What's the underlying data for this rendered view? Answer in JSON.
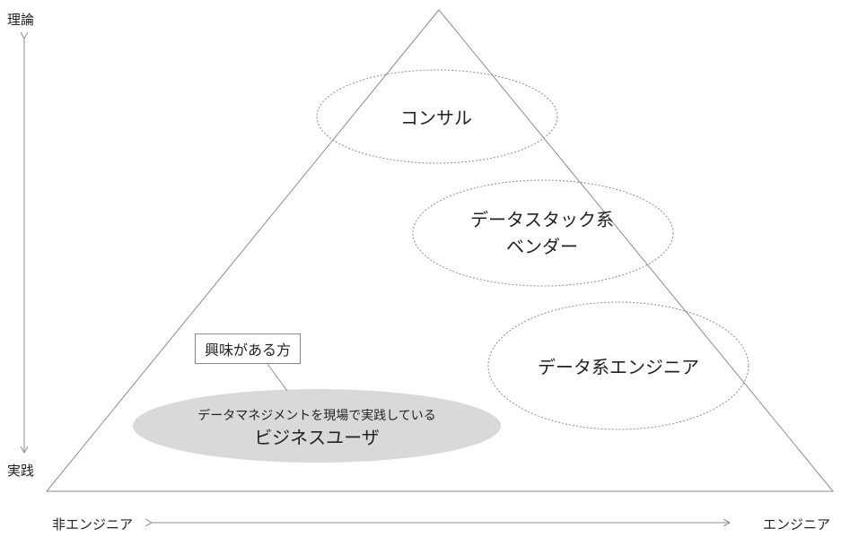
{
  "axis": {
    "top": "理論",
    "bottom": "実践",
    "left": "非エンジニア",
    "right": "エンジニア"
  },
  "groups": {
    "consul": "コンサル",
    "vendor_line1": "データスタック系",
    "vendor_line2": "ベンダー",
    "engineer": "データ系エンジニア",
    "business_sub": "データマネジメントを現場で実践している",
    "business_main": "ビジネスユーザ"
  },
  "callout": "興味がある方",
  "colors": {
    "line": "#8c8c8c",
    "highlight_fill": "#d9d9d9"
  }
}
